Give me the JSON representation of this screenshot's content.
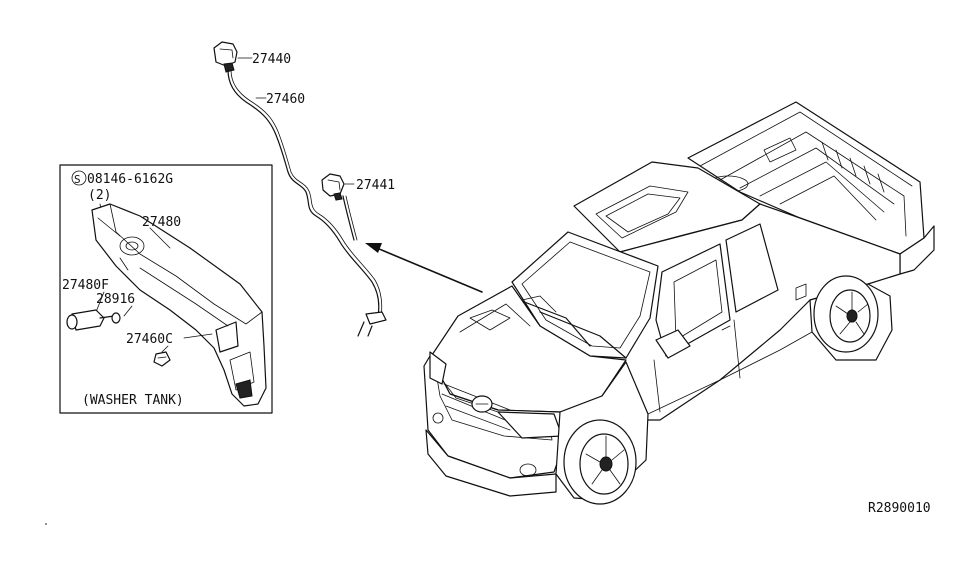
{
  "diagram": {
    "callouts": {
      "nozzle_right": "27440",
      "hose_main": "27460",
      "nozzle_left": "27441",
      "tank": "27480",
      "bolt_spec": "08146-6162G",
      "bolt_qty": "(2)",
      "pump": "27480F",
      "grommet": "28916",
      "clip": "27460C"
    },
    "bolt_symbol": "S",
    "inset_caption": "(WASHER TANK)",
    "figure_code": "R2890010"
  }
}
